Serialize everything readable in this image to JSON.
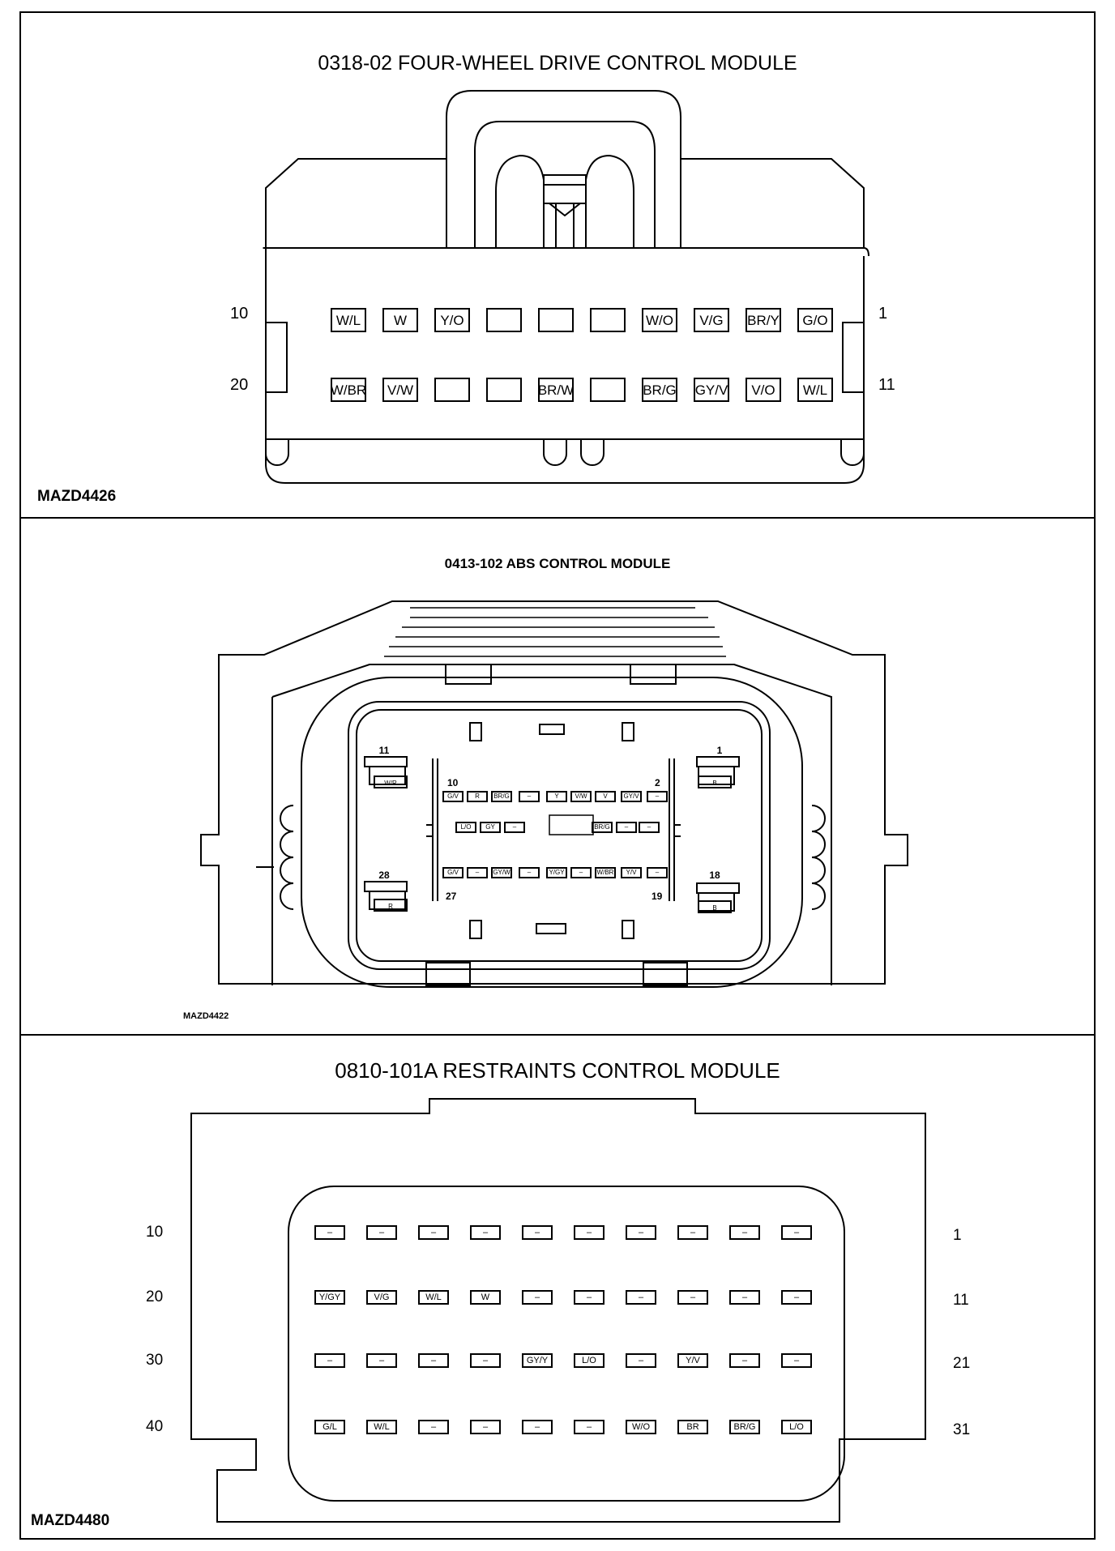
{
  "connector1": {
    "title": "0318-02 FOUR-WHEEL DRIVE CONTROL MODULE",
    "code": "MAZD4426",
    "labels": {
      "top_left": "10",
      "top_right": "1",
      "bottom_left": "20",
      "bottom_right": "11"
    },
    "rows": [
      [
        "W/L",
        "W",
        "Y/O",
        "",
        "",
        "",
        "W/O",
        "V/G",
        "BR/Y",
        "G/O"
      ],
      [
        "W/BR",
        "V/W",
        "",
        "",
        "BR/W",
        "",
        "BR/G",
        "GY/V",
        "V/O",
        "W/L"
      ]
    ]
  },
  "connector2": {
    "title": "0413-102 ABS CONTROL MODULE",
    "code": "MAZD4422",
    "labels": {
      "p11": "11",
      "p1": "1",
      "p10": "10",
      "p2": "2",
      "p28": "28",
      "p18": "18",
      "p27": "27",
      "p19": "19"
    },
    "side_pins": {
      "p11": "W/R",
      "p1": "B",
      "p28": "R",
      "p18": "B"
    },
    "row1": [
      "G/V",
      "R",
      "BR/G",
      "–",
      "Y",
      "V/W",
      "V",
      "GY/V",
      "–"
    ],
    "row2": [
      "L/O",
      "GY",
      "–",
      "",
      "BR/G",
      "–",
      "–"
    ],
    "row3": [
      "G/V",
      "–",
      "GY/W",
      "–",
      "Y/GY",
      "–",
      "W/BR",
      "Y/V",
      "–"
    ]
  },
  "connector3": {
    "title": "0810-101A RESTRAINTS CONTROL MODULE",
    "code": "MAZD4480",
    "left_labels": [
      "10",
      "20",
      "30",
      "40"
    ],
    "right_labels": [
      "1",
      "11",
      "21",
      "31"
    ],
    "rows": [
      [
        "–",
        "–",
        "–",
        "–",
        "–",
        "–",
        "–",
        "–",
        "–",
        "–"
      ],
      [
        "Y/GY",
        "V/G",
        "W/L",
        "W",
        "–",
        "–",
        "–",
        "–",
        "–",
        "–"
      ],
      [
        "–",
        "–",
        "–",
        "–",
        "GY/Y",
        "L/O",
        "–",
        "Y/V",
        "–",
        "–"
      ],
      [
        "G/L",
        "W/L",
        "–",
        "–",
        "–",
        "–",
        "W/O",
        "BR",
        "BR/G",
        "L/O"
      ]
    ]
  }
}
